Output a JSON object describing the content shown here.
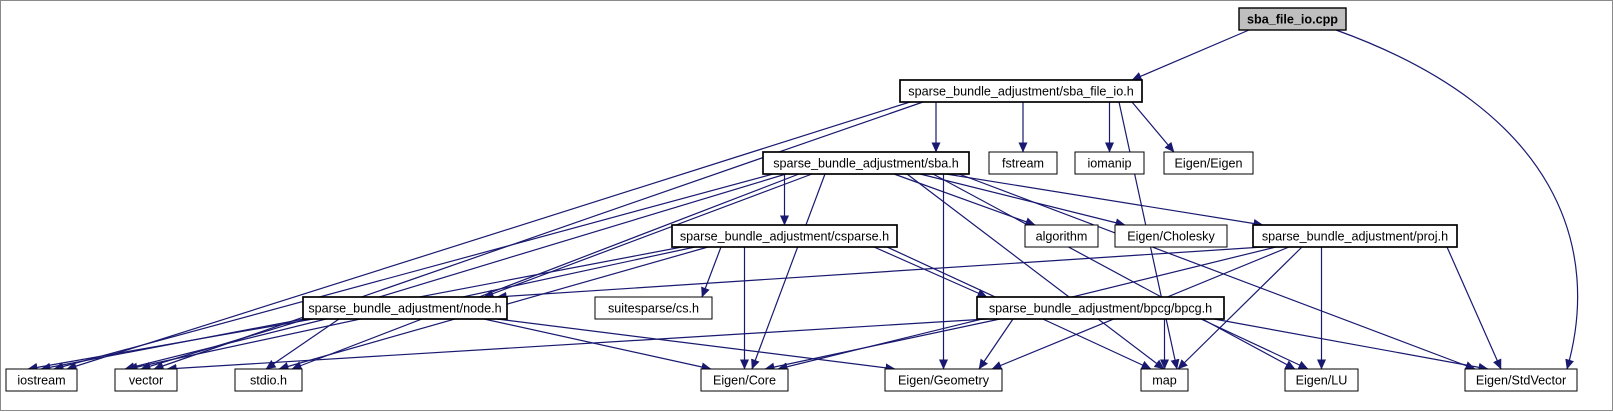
{
  "diagram": {
    "type": "doxygen-include-dependency-graph",
    "root": "sba_file_io.cpp",
    "colors": {
      "edge": "#191970",
      "node_border": "#000000",
      "node_fill": "#ffffff",
      "root_fill": "#bfbfbf",
      "text": "#000000",
      "background": "#ffffff"
    },
    "nodes": [
      {
        "id": "sba_file_io_cpp",
        "label": "sba_file_io.cpp",
        "kind": "root"
      },
      {
        "id": "sba_file_io_h",
        "label": "sparse_bundle_adjustment/sba_file_io.h",
        "kind": "project"
      },
      {
        "id": "sba_h",
        "label": "sparse_bundle_adjustment/sba.h",
        "kind": "project"
      },
      {
        "id": "fstream",
        "label": "fstream",
        "kind": "system"
      },
      {
        "id": "iomanip",
        "label": "iomanip",
        "kind": "system"
      },
      {
        "id": "eigen_eigen",
        "label": "Eigen/Eigen",
        "kind": "system"
      },
      {
        "id": "csparse_h",
        "label": "sparse_bundle_adjustment/csparse.h",
        "kind": "project"
      },
      {
        "id": "algorithm",
        "label": "algorithm",
        "kind": "system"
      },
      {
        "id": "eigen_cholesky",
        "label": "Eigen/Cholesky",
        "kind": "system"
      },
      {
        "id": "proj_h",
        "label": "sparse_bundle_adjustment/proj.h",
        "kind": "project"
      },
      {
        "id": "node_h",
        "label": "sparse_bundle_adjustment/node.h",
        "kind": "project"
      },
      {
        "id": "cs_h",
        "label": "suitesparse/cs.h",
        "kind": "system"
      },
      {
        "id": "bpcg_h",
        "label": "sparse_bundle_adjustment/bpcg/bpcg.h",
        "kind": "project"
      },
      {
        "id": "iostream",
        "label": "iostream",
        "kind": "system"
      },
      {
        "id": "vector",
        "label": "vector",
        "kind": "system"
      },
      {
        "id": "stdio_h",
        "label": "stdio.h",
        "kind": "system"
      },
      {
        "id": "eigen_core",
        "label": "Eigen/Core",
        "kind": "system"
      },
      {
        "id": "eigen_geometry",
        "label": "Eigen/Geometry",
        "kind": "system"
      },
      {
        "id": "map",
        "label": "map",
        "kind": "system"
      },
      {
        "id": "eigen_lu",
        "label": "Eigen/LU",
        "kind": "system"
      },
      {
        "id": "eigen_stdvector",
        "label": "Eigen/StdVector",
        "kind": "system"
      }
    ],
    "edges": [
      {
        "from": "sba_file_io_cpp",
        "to": "sba_file_io_h"
      },
      {
        "from": "sba_file_io_cpp",
        "to": "eigen_stdvector",
        "via": [
          [
            1560,
            110
          ],
          [
            1600,
            250
          ]
        ]
      },
      {
        "from": "sba_file_io_h",
        "to": "sba_h"
      },
      {
        "from": "sba_file_io_h",
        "to": "fstream"
      },
      {
        "from": "sba_file_io_h",
        "to": "iomanip"
      },
      {
        "from": "sba_file_io_h",
        "to": "eigen_eigen"
      },
      {
        "from": "sba_file_io_h",
        "to": "iostream"
      },
      {
        "from": "sba_file_io_h",
        "to": "vector"
      },
      {
        "from": "sba_file_io_h",
        "to": "map"
      },
      {
        "from": "sba_h",
        "to": "csparse_h"
      },
      {
        "from": "sba_h",
        "to": "node_h"
      },
      {
        "from": "sba_h",
        "to": "proj_h"
      },
      {
        "from": "sba_h",
        "to": "algorithm"
      },
      {
        "from": "sba_h",
        "to": "eigen_cholesky"
      },
      {
        "from": "sba_h",
        "to": "iostream"
      },
      {
        "from": "sba_h",
        "to": "vector"
      },
      {
        "from": "sba_h",
        "to": "stdio_h"
      },
      {
        "from": "sba_h",
        "to": "eigen_core"
      },
      {
        "from": "sba_h",
        "to": "eigen_geometry"
      },
      {
        "from": "sba_h",
        "to": "eigen_lu"
      },
      {
        "from": "sba_h",
        "to": "eigen_stdvector"
      },
      {
        "from": "sba_h",
        "to": "map"
      },
      {
        "from": "csparse_h",
        "to": "cs_h"
      },
      {
        "from": "csparse_h",
        "to": "bpcg_h"
      },
      {
        "from": "csparse_h",
        "to": "iostream"
      },
      {
        "from": "csparse_h",
        "to": "vector"
      },
      {
        "from": "csparse_h",
        "to": "stdio_h"
      },
      {
        "from": "csparse_h",
        "to": "eigen_core"
      },
      {
        "from": "csparse_h",
        "to": "map"
      },
      {
        "from": "proj_h",
        "to": "node_h"
      },
      {
        "from": "proj_h",
        "to": "eigen_core"
      },
      {
        "from": "proj_h",
        "to": "eigen_geometry"
      },
      {
        "from": "proj_h",
        "to": "eigen_lu"
      },
      {
        "from": "proj_h",
        "to": "eigen_stdvector"
      },
      {
        "from": "proj_h",
        "to": "map"
      },
      {
        "from": "node_h",
        "to": "iostream"
      },
      {
        "from": "node_h",
        "to": "vector"
      },
      {
        "from": "node_h",
        "to": "stdio_h"
      },
      {
        "from": "node_h",
        "to": "eigen_core"
      },
      {
        "from": "node_h",
        "to": "eigen_geometry"
      },
      {
        "from": "bpcg_h",
        "to": "vector"
      },
      {
        "from": "bpcg_h",
        "to": "eigen_core"
      },
      {
        "from": "bpcg_h",
        "to": "eigen_geometry"
      },
      {
        "from": "bpcg_h",
        "to": "eigen_lu"
      },
      {
        "from": "bpcg_h",
        "to": "eigen_stdvector"
      },
      {
        "from": "bpcg_h",
        "to": "map"
      }
    ]
  }
}
